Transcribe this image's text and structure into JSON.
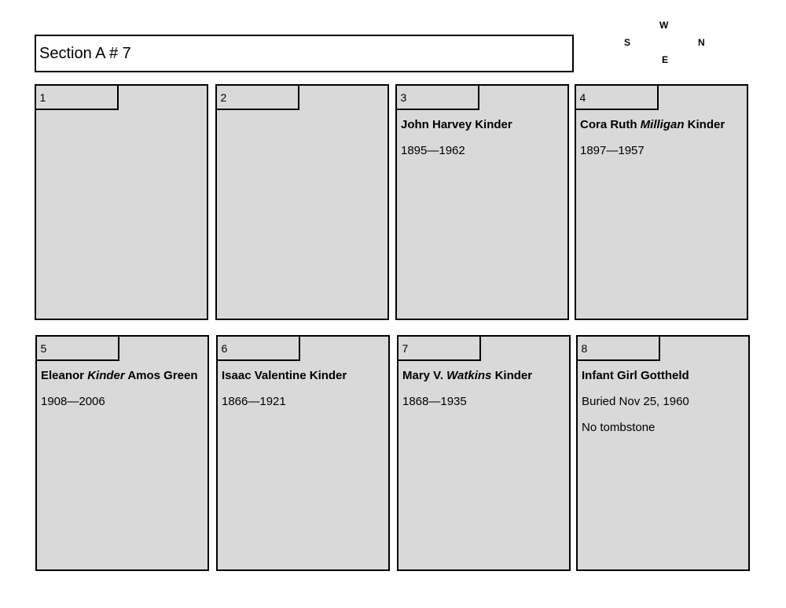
{
  "header": {
    "title": "Section A # 7"
  },
  "compass": {
    "west": "W",
    "south": "S",
    "north": "N",
    "east": "E"
  },
  "plots": [
    {
      "number": "1",
      "name_parts": [],
      "lines": []
    },
    {
      "number": "2",
      "name_parts": [],
      "lines": []
    },
    {
      "number": "3",
      "name_parts": [
        {
          "text": "John Harvey Kinder",
          "italic": false
        }
      ],
      "lines": [
        "1895—1962"
      ]
    },
    {
      "number": "4",
      "name_parts": [
        {
          "text": "Cora Ruth ",
          "italic": false
        },
        {
          "text": "Milligan",
          "italic": true
        },
        {
          "text": " Kinder",
          "italic": false
        }
      ],
      "lines": [
        "1897—1957"
      ]
    },
    {
      "number": "5",
      "name_parts": [
        {
          "text": "Eleanor ",
          "italic": false
        },
        {
          "text": "Kinder",
          "italic": true
        },
        {
          "text": " Amos Green",
          "italic": false
        }
      ],
      "lines": [
        "1908—2006"
      ]
    },
    {
      "number": "6",
      "name_parts": [
        {
          "text": "Isaac Valentine Kinder",
          "italic": false
        }
      ],
      "lines": [
        "1866—1921"
      ]
    },
    {
      "number": "7",
      "name_parts": [
        {
          "text": "Mary V. ",
          "italic": false
        },
        {
          "text": "Watkins",
          "italic": true
        },
        {
          "text": " Kinder",
          "italic": false
        }
      ],
      "lines": [
        "1868—1935"
      ]
    },
    {
      "number": "8",
      "name_parts": [
        {
          "text": "Infant Girl Gottheld",
          "italic": false
        }
      ],
      "lines": [
        "Buried Nov 25, 1960",
        "No tombstone"
      ]
    }
  ]
}
